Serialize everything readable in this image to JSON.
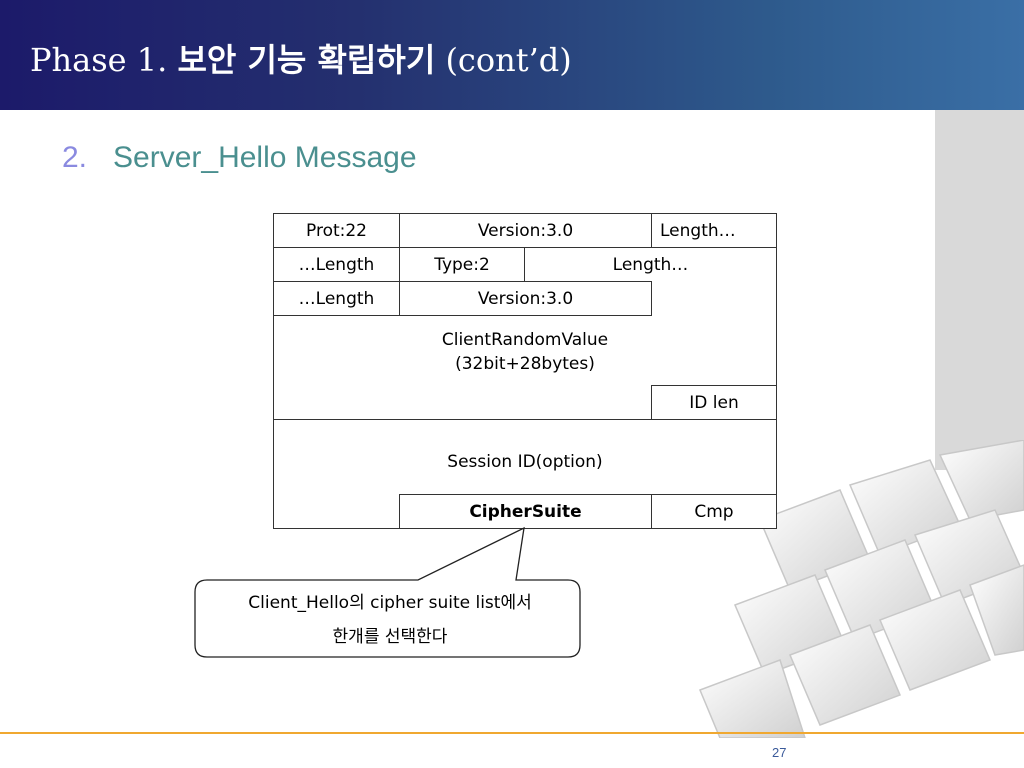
{
  "slide": {
    "title_prefix": "Phase 1. ",
    "title_korean": "보안 기능 확립하기",
    "title_suffix": " (cont’d)",
    "section_number": "2.",
    "section_title": "Server_Hello Message",
    "page_number": "27"
  },
  "table": {
    "prot": "Prot:22",
    "version_top": "Version:3.0",
    "length_top": "Length…",
    "length_row2": "…Length",
    "type": "Type:2",
    "length_mid": "Length…",
    "length_row3": "…Length",
    "version_mid": "Version:3.0",
    "random_line1": "ClientRandomValue",
    "random_line2": "(32bit+28bytes)",
    "id_len": "ID len",
    "session_id": "Session ID(option)",
    "cipher_suite": "CipherSuite",
    "cmp": "Cmp"
  },
  "callout": {
    "line1": "Client_Hello의 cipher suite list에서",
    "line2": "한개를 선택한다"
  },
  "colors": {
    "header_start": "#1c1a6a",
    "header_end": "#3a6fa6",
    "subtitle": "#4a8f8f",
    "number": "#8a8ae0",
    "footer_line": "#f0a830"
  }
}
